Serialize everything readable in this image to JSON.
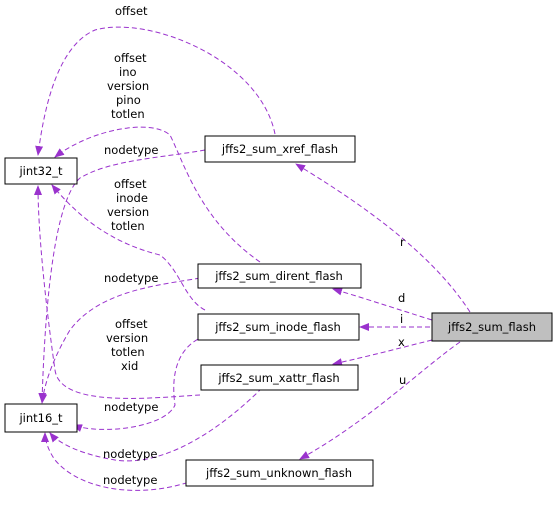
{
  "diagram": {
    "edge_color": "#9a32cd",
    "nodes": {
      "jint32": {
        "label": "jint32_t"
      },
      "jint16": {
        "label": "jint16_t"
      },
      "xref": {
        "label": "jffs2_sum_xref_flash"
      },
      "dirent": {
        "label": "jffs2_sum_dirent_flash"
      },
      "inode": {
        "label": "jffs2_sum_inode_flash"
      },
      "xattr": {
        "label": "jffs2_sum_xattr_flash"
      },
      "unknown": {
        "label": "jffs2_sum_unknown_flash"
      },
      "flash": {
        "label": "jffs2_sum_flash",
        "highlighted": true
      }
    },
    "edges": {
      "xref_jint32": {
        "labels": [
          "offset"
        ]
      },
      "dirent_jint32": {
        "labels": [
          "offset",
          "ino",
          "version",
          "pino",
          "totlen"
        ]
      },
      "xref_jint16": {
        "labels": [
          "nodetype"
        ]
      },
      "inode_jint32": {
        "labels": [
          "offset",
          "inode",
          "version",
          "totlen"
        ]
      },
      "dirent_jint16": {
        "labels": [
          "nodetype"
        ]
      },
      "xattr_jint32": {
        "labels": [
          "offset",
          "version",
          "totlen",
          "xid"
        ]
      },
      "inode_jint16": {
        "labels": [
          "nodetype"
        ]
      },
      "xattr_jint16": {
        "labels": [
          "nodetype"
        ]
      },
      "unknown_jint16": {
        "labels": [
          "nodetype"
        ]
      },
      "flash_xref": {
        "labels": [
          "r"
        ]
      },
      "flash_dirent": {
        "labels": [
          "d"
        ]
      },
      "flash_inode": {
        "labels": [
          "i"
        ]
      },
      "flash_xattr": {
        "labels": [
          "x"
        ]
      },
      "flash_unknown": {
        "labels": [
          "u"
        ]
      }
    }
  }
}
